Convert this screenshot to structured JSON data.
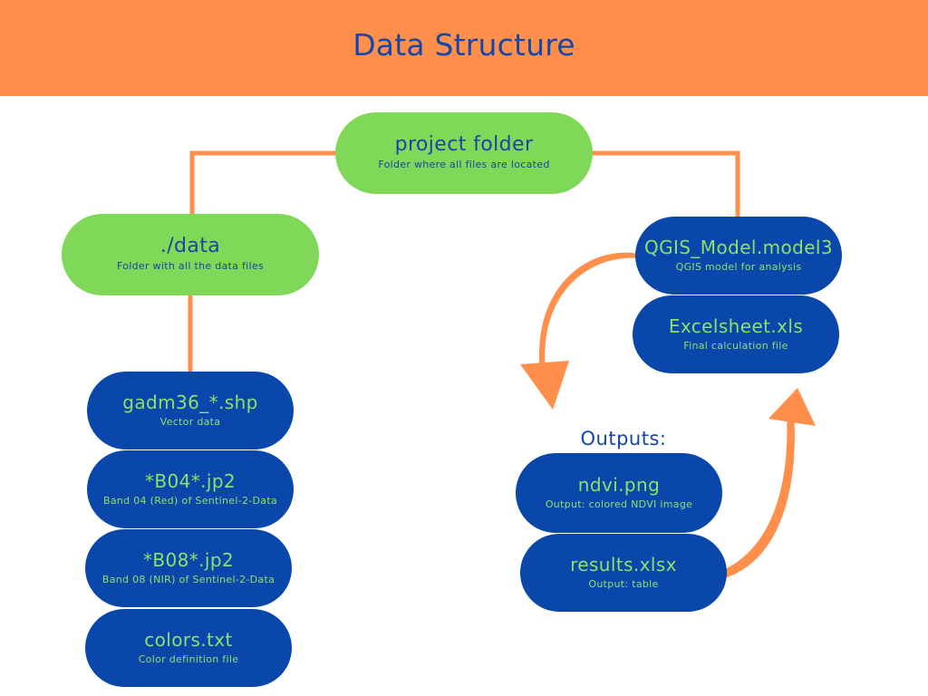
{
  "header": {
    "title": "Data Structure"
  },
  "colors": {
    "header_bg": "#FF8F4A",
    "title_text": "#1646A8",
    "connector": "#FF8F4A",
    "green_node": "#7FD858",
    "blue_node": "#0A47AB",
    "blue_node_text": "#8EE06A"
  },
  "nodes": {
    "project_folder": {
      "title": "project folder",
      "desc": "Folder where all files are located"
    },
    "data_folder": {
      "title": "./data",
      "desc": "Folder with all the data files"
    },
    "gadm": {
      "title": "gadm36_*.shp",
      "desc": "Vector data"
    },
    "b04": {
      "title": "*B04*.jp2",
      "desc": "Band 04 (Red) of Sentinel-2-Data"
    },
    "b08": {
      "title": "*B08*.jp2",
      "desc": "Band 08 (NIR) of Sentinel-2-Data"
    },
    "colors_txt": {
      "title": "colors.txt",
      "desc": "Color definition file"
    },
    "qgis_model": {
      "title": "QGIS_Model.model3",
      "desc": "QGIS model for analysis"
    },
    "excelsheet": {
      "title": "Excelsheet.xls",
      "desc": "Final calculation file"
    },
    "ndvi": {
      "title": "ndvi.png",
      "desc": "Output: colored NDVI image"
    },
    "results": {
      "title": "results.xlsx",
      "desc": "Output: table"
    }
  },
  "outputs_label": "Outputs:"
}
